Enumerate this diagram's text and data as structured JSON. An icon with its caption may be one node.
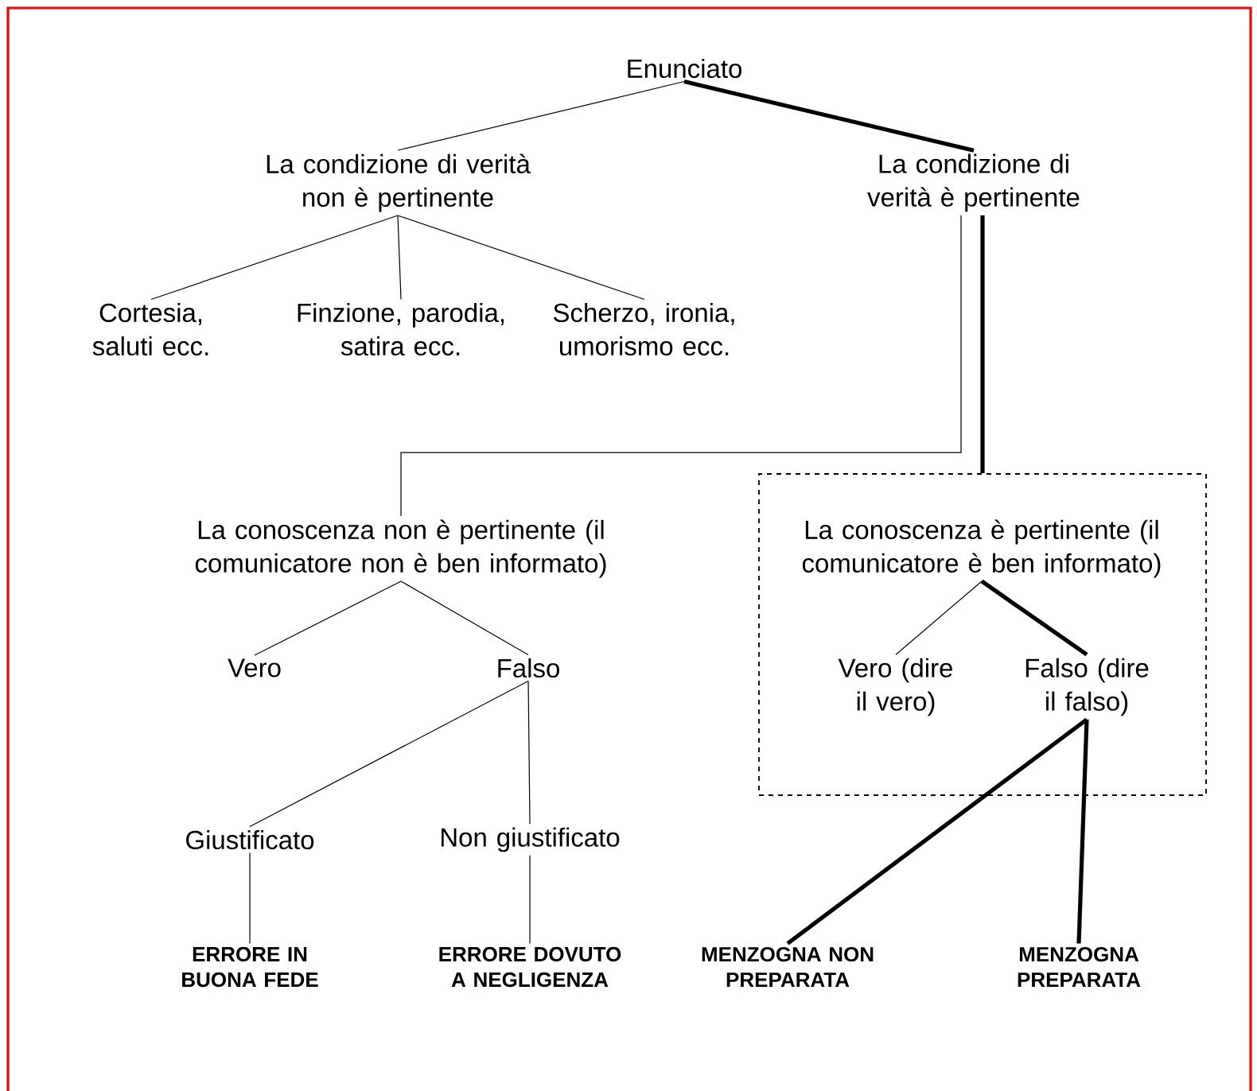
{
  "diagram": {
    "nodes": [
      {
        "text": [
          "Enunciato"
        ]
      },
      {
        "text": [
          "La condizione di verità non è pertinente"
        ]
      },
      {
        "text": [
          "La condizione di verità è pertinente"
        ]
      },
      {
        "text": [
          "Cortesia, saluti ecc."
        ]
      },
      {
        "text": [
          "Finzione, parodia, satira ecc."
        ]
      },
      {
        "text": [
          "Scherzo, ironia, umorismo ecc."
        ]
      },
      {
        "text": [
          "La conoscenza non è pertinente (il comunicatore non è ben informato)"
        ]
      },
      {
        "text": [],
        "shape": "box"
      },
      {
        "text": [
          "La conoscenza è pertinente (il comunicatore è ben informato)"
        ],
        "in": 7
      },
      {
        "text": [
          "Vero"
        ]
      },
      {
        "text": [
          "Falso"
        ]
      },
      {
        "text": [
          "Vero (dire il vero)"
        ],
        "in": 7
      },
      {
        "text": [
          "Falso (dire il falso)"
        ],
        "in": 7
      },
      {
        "text": [
          "Giustificato"
        ]
      },
      {
        "text": [
          "Non giustificato"
        ]
      },
      {
        "text": [
          "ERRORE IN BUONA FEDE"
        ]
      },
      {
        "text": [
          "ERRORE DOVUTO A NEGLIGENZA"
        ]
      },
      {
        "text": [
          "MENZOGNA NON PREPARATA"
        ]
      },
      {
        "text": [
          "MENZOGNA PREPARATA"
        ]
      }
    ],
    "edges": [
      {
        "from": 0,
        "to": 1,
        "arrow": "none"
      },
      {
        "from": 0,
        "to": 2,
        "arrow": "none",
        "style": "thick"
      },
      {
        "from": 1,
        "to": 3,
        "arrow": "none"
      },
      {
        "from": 1,
        "to": 4,
        "arrow": "none"
      },
      {
        "from": 1,
        "to": 5,
        "arrow": "none"
      },
      {
        "from": 2,
        "to": 6,
        "arrow": "none"
      },
      {
        "from": 2,
        "to": 7,
        "arrow": "none",
        "style": "thick"
      },
      {
        "from": 6,
        "to": 9,
        "arrow": "none"
      },
      {
        "from": 6,
        "to": 10,
        "arrow": "none"
      },
      {
        "from": 8,
        "to": 11,
        "arrow": "none"
      },
      {
        "from": 8,
        "to": 12,
        "arrow": "none",
        "style": "thick"
      },
      {
        "from": 10,
        "to": 13,
        "arrow": "none"
      },
      {
        "from": 10,
        "to": 14,
        "arrow": "none"
      },
      {
        "from": 13,
        "to": 15,
        "arrow": "none"
      },
      {
        "from": 14,
        "to": 16,
        "arrow": "none"
      },
      {
        "from": 12,
        "to": 17,
        "arrow": "none",
        "style": "thick"
      },
      {
        "from": 12,
        "to": 18,
        "arrow": "none",
        "style": "thick"
      }
    ]
  }
}
